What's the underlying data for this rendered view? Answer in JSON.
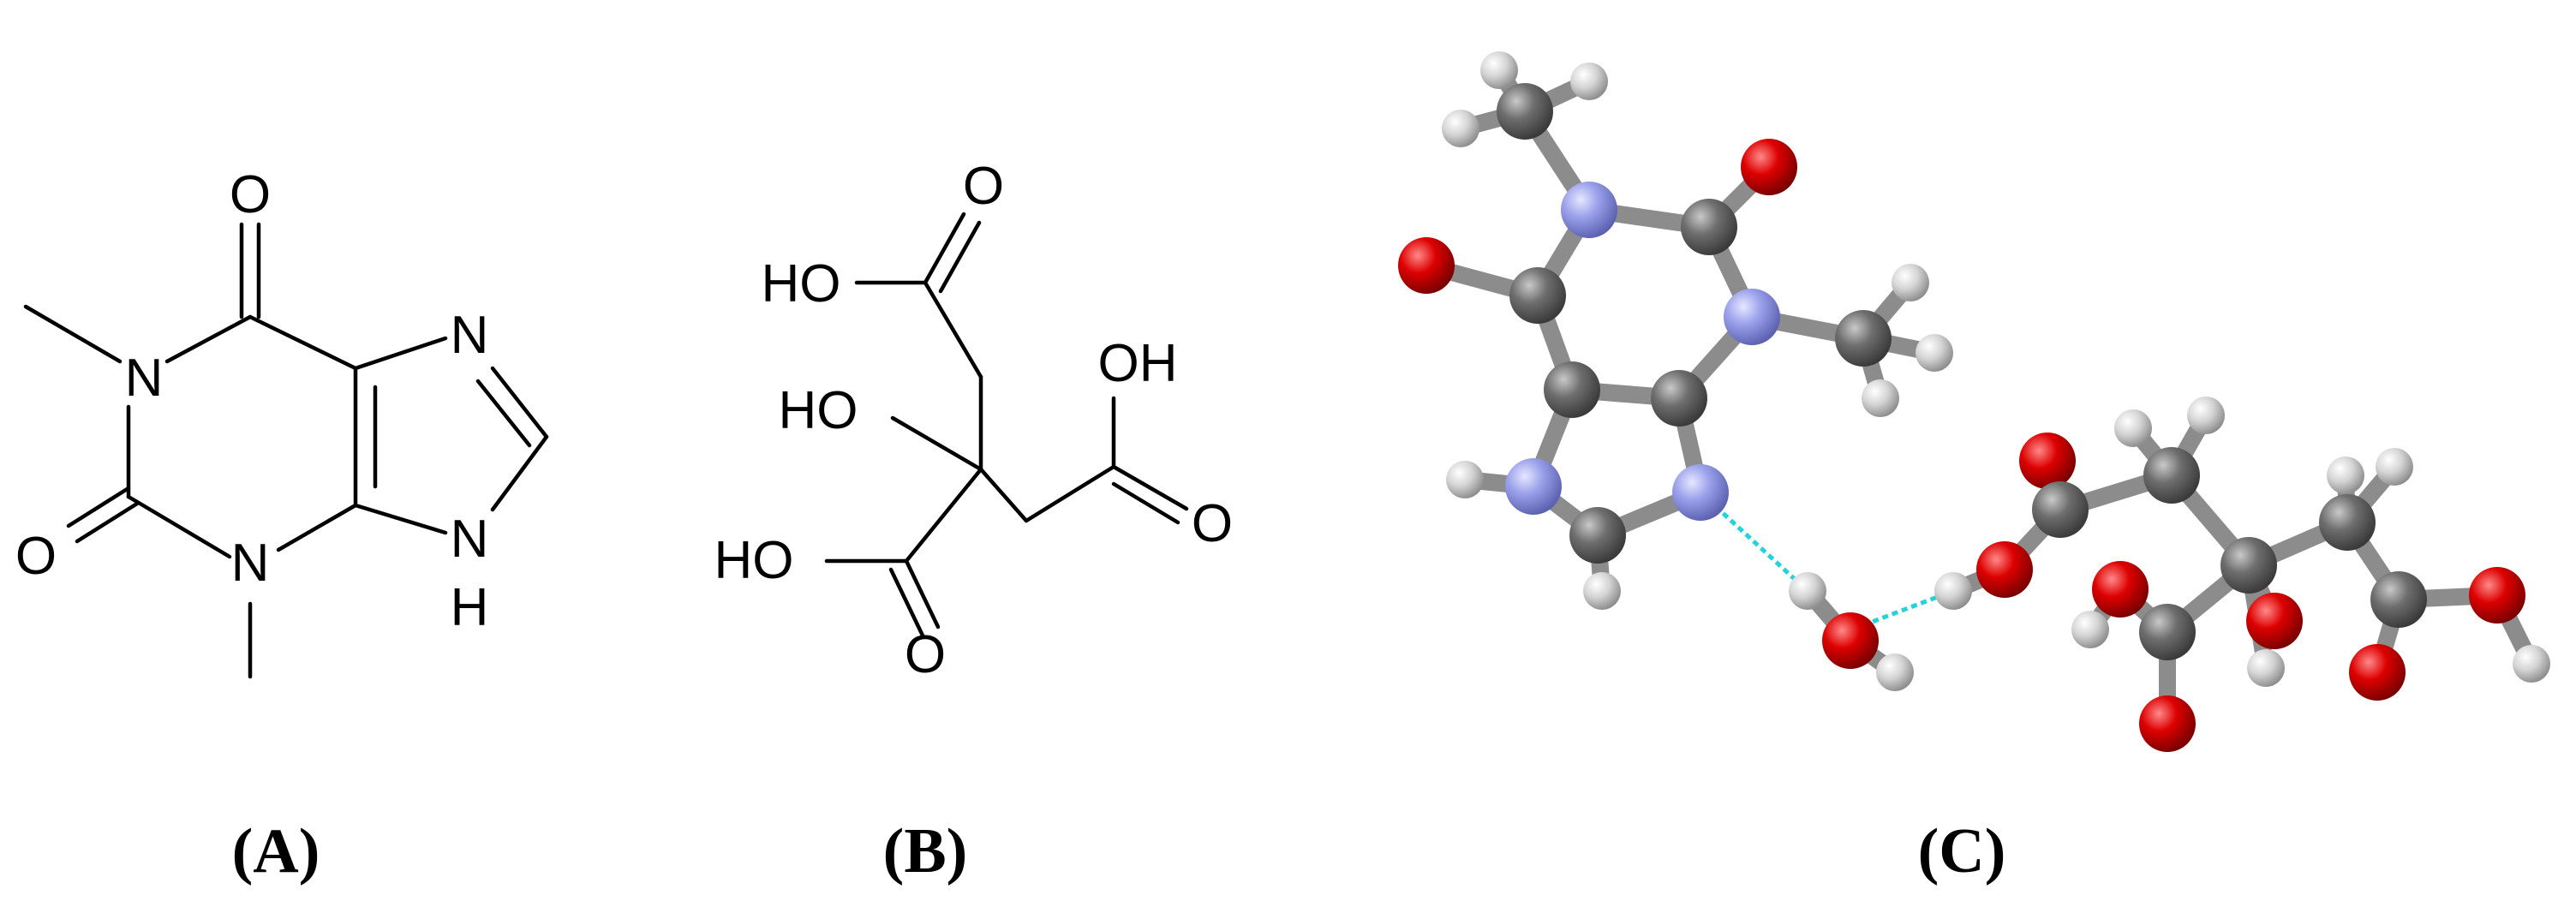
{
  "panels": {
    "a": {
      "label": "(A)",
      "atoms": {
        "o_top": "O",
        "o_left": "O",
        "n1": "N",
        "n3": "N",
        "n7": "N",
        "n9": "N",
        "h9": "H"
      }
    },
    "b": {
      "label": "(B)",
      "atoms": {
        "ho_top": "HO",
        "o_top": "O",
        "oh_right": "OH",
        "o_right": "O",
        "ho_mid": "HO",
        "ho_bottom": "HO",
        "o_bottom": "O"
      }
    },
    "c": {
      "label": "(C)"
    }
  },
  "colors": {
    "carbon": "#6e6e6e",
    "nitrogen": "#9aa0ea",
    "oxygen": "#dd0000",
    "hydrogen": "#d4d4d4",
    "hydrogen_bond": "#22d3dc",
    "ink": "#000000"
  }
}
